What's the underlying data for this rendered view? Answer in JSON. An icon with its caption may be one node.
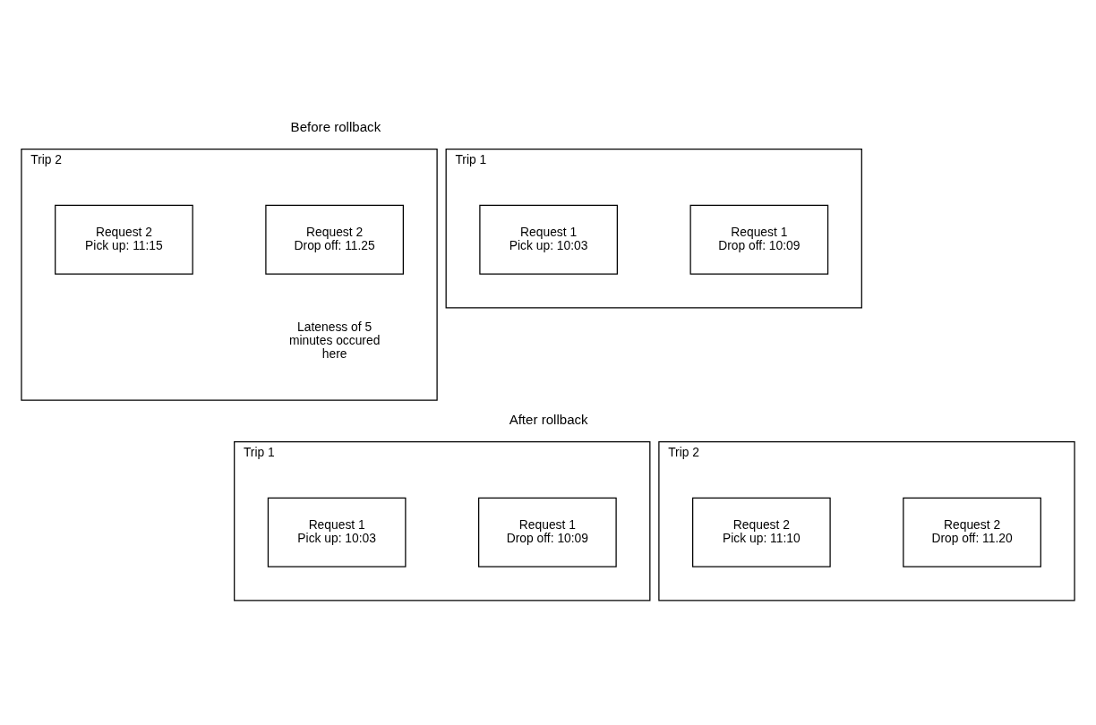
{
  "diagram": {
    "nodes": [
      {
        "text": [
          "Trip 1"
        ]
      },
      {
        "text": [
          "Request 1",
          "Pick up: 10:03"
        ],
        "in": 0
      },
      {
        "text": [
          "Request 1",
          "Drop off: 10:09"
        ],
        "in": 0
      },
      {
        "text": [
          "Trip 2"
        ]
      },
      {
        "text": [
          "Request 2",
          "Pick up: 11:15"
        ],
        "in": 3
      },
      {
        "text": [
          "Request 2",
          "Drop off: 11.25"
        ],
        "in": 3,
        "beside": [
          "Lateness of 5 minutes occured here"
        ]
      },
      {
        "text": [
          "Trip 1"
        ]
      },
      {
        "text": [
          "Request 1",
          "Pick up: 10:03"
        ],
        "in": 6
      },
      {
        "text": [
          "Request 1",
          "Drop off: 10:09"
        ],
        "in": 6
      },
      {
        "text": [
          "Trip 2"
        ]
      },
      {
        "text": [
          "Request 2",
          "Pick up: 11:10"
        ],
        "in": 9
      },
      {
        "text": [
          "Request 2",
          "Drop off: 11.20"
        ],
        "in": 9
      }
    ],
    "edges": [],
    "labels": [
      "Before rollback",
      "After rollback"
    ]
  }
}
